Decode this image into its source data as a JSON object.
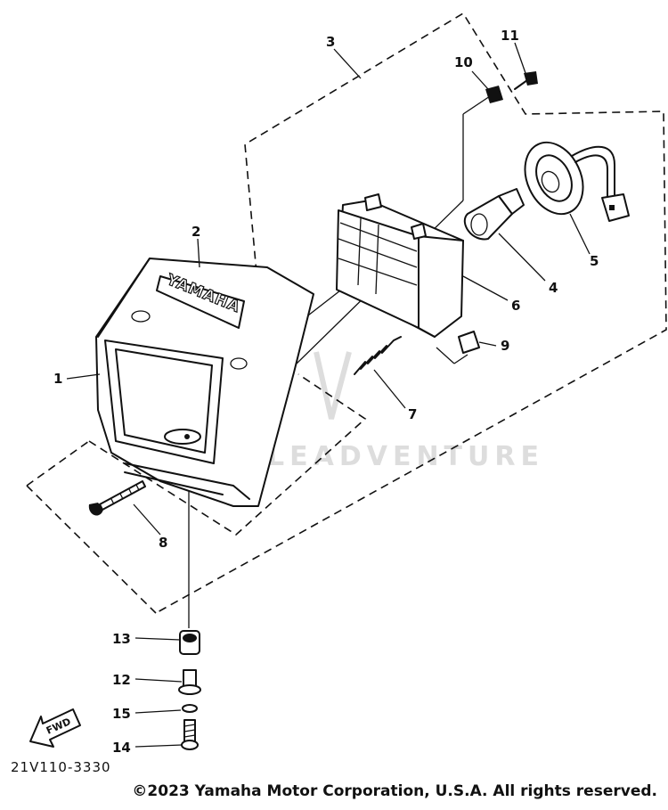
{
  "diagram": {
    "brand_label": "YAMAHA",
    "fwd_label": "FWD",
    "part_code": "21V110-3330",
    "watermark": "LEADVENTURE",
    "copyright": "©2023 Yamaha Motor Corporation, U.S.A. All rights reserved.",
    "callouts": {
      "c1": "1",
      "c2": "2",
      "c3": "3",
      "c4": "4",
      "c5": "5",
      "c6": "6",
      "c7": "7",
      "c8": "8",
      "c9": "9",
      "c10": "10",
      "c11": "11",
      "c12": "12",
      "c13": "13",
      "c14": "14",
      "c15": "15"
    }
  }
}
